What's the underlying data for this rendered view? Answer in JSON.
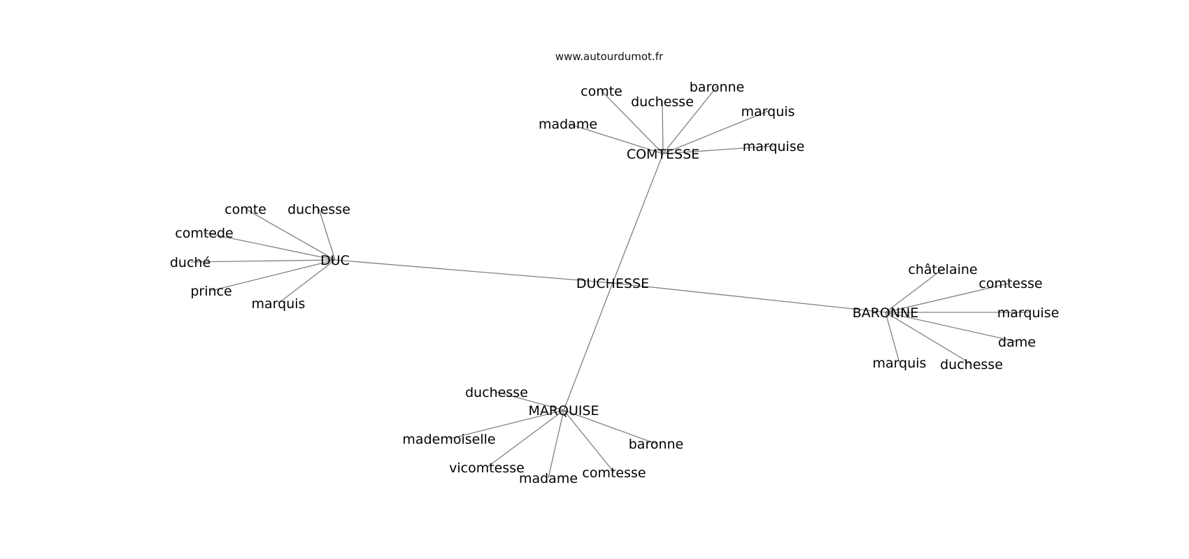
{
  "caption": "www.autourdumot.fr",
  "colors": {
    "edge": "#808080",
    "text": "#000000",
    "background": "#ffffff"
  },
  "nodes": {
    "duchesse_center": "DUCHESSE",
    "comtesse_hub": "COMTESSE",
    "duc_hub": "DUC",
    "baronne_hub": "BARONNE",
    "marquise_hub": "MARQUISE",
    "comtesse_comte": "comte",
    "comtesse_duchesse": "duchesse",
    "comtesse_baronne": "baronne",
    "comtesse_marquis": "marquis",
    "comtesse_marquise": "marquise",
    "comtesse_madame": "madame",
    "duc_comte": "comte",
    "duc_duchesse": "duchesse",
    "duc_comtede": "comtede",
    "duc_duche": "duché",
    "duc_prince": "prince",
    "duc_marquis": "marquis",
    "baronne_chatelaine": "châtelaine",
    "baronne_comtesse": "comtesse",
    "baronne_marquise": "marquise",
    "baronne_dame": "dame",
    "baronne_duchesse": "duchesse",
    "baronne_marquis": "marquis",
    "marquise_duchesse": "duchesse",
    "marquise_mademoiselle": "mademoiselle",
    "marquise_vicomtesse": "vicomtesse",
    "marquise_madame": "madame",
    "marquise_comtesse": "comtesse",
    "marquise_baronne": "baronne"
  },
  "edges": [
    [
      "duchesse_center",
      "comtesse_hub"
    ],
    [
      "duchesse_center",
      "duc_hub"
    ],
    [
      "duchesse_center",
      "baronne_hub"
    ],
    [
      "duchesse_center",
      "marquise_hub"
    ],
    [
      "comtesse_hub",
      "comtesse_comte"
    ],
    [
      "comtesse_hub",
      "comtesse_duchesse"
    ],
    [
      "comtesse_hub",
      "comtesse_baronne"
    ],
    [
      "comtesse_hub",
      "comtesse_marquis"
    ],
    [
      "comtesse_hub",
      "comtesse_marquise"
    ],
    [
      "comtesse_hub",
      "comtesse_madame"
    ],
    [
      "duc_hub",
      "duc_comte"
    ],
    [
      "duc_hub",
      "duc_duchesse"
    ],
    [
      "duc_hub",
      "duc_comtede"
    ],
    [
      "duc_hub",
      "duc_duche"
    ],
    [
      "duc_hub",
      "duc_prince"
    ],
    [
      "duc_hub",
      "duc_marquis"
    ],
    [
      "baronne_hub",
      "baronne_chatelaine"
    ],
    [
      "baronne_hub",
      "baronne_comtesse"
    ],
    [
      "baronne_hub",
      "baronne_marquise"
    ],
    [
      "baronne_hub",
      "baronne_dame"
    ],
    [
      "baronne_hub",
      "baronne_duchesse"
    ],
    [
      "baronne_hub",
      "baronne_marquis"
    ],
    [
      "marquise_hub",
      "marquise_duchesse"
    ],
    [
      "marquise_hub",
      "marquise_mademoiselle"
    ],
    [
      "marquise_hub",
      "marquise_vicomtesse"
    ],
    [
      "marquise_hub",
      "marquise_madame"
    ],
    [
      "marquise_hub",
      "marquise_comtesse"
    ],
    [
      "marquise_hub",
      "marquise_baronne"
    ]
  ]
}
